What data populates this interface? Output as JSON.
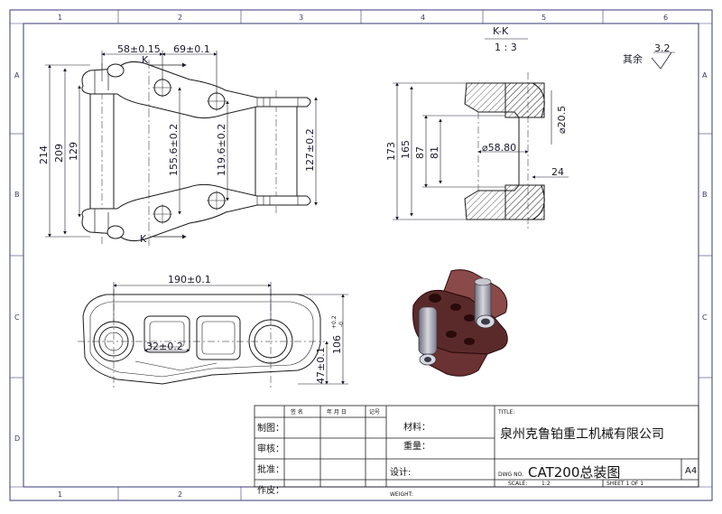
{
  "grid": {
    "columns": [
      "1",
      "2",
      "3",
      "4",
      "5",
      "6"
    ],
    "rows": [
      "A",
      "B",
      "C",
      "D"
    ]
  },
  "section": {
    "label": "K-K",
    "scale": "1 : 3"
  },
  "surface_finish": {
    "label": "其余",
    "value": "3.2"
  },
  "view_front": {
    "section_mark_top": "K",
    "section_mark_bottom": "K",
    "dims": {
      "d58": "58±0.15",
      "d69": "69±0.1",
      "d214": "214",
      "d209": "209",
      "d129": "129",
      "d155": "155.6±0.2",
      "d119": "119.6±0.2",
      "d127": "127±0.2"
    }
  },
  "view_section": {
    "dims": {
      "d173": "173",
      "d165": "165",
      "d87": "87",
      "d81": "81",
      "d58_80": "⌀58.80",
      "d20_5": "⌀20.5",
      "d24": "24"
    }
  },
  "view_side": {
    "dims": {
      "d190": "190±0.1",
      "d32": "32±0.2",
      "d47": "47±0.1",
      "d106": "106",
      "d106_tol_up": "+0.2",
      "d106_tol_low": "-0"
    }
  },
  "title_block": {
    "header": [
      "签 名",
      "年 月 日",
      "记号"
    ],
    "rows": [
      "制图：",
      "审核：",
      "批准：",
      "作皮："
    ],
    "material_label": "材料：",
    "weight_label": "重量：",
    "design_label": "设计:",
    "weight_small": "WEIGHT:",
    "title_label": "TITLE:",
    "company": "泉州克鲁铂重工机械有限公司",
    "dwg_label": "DWG NO.",
    "dwg_no": "CAT200总装图",
    "size": "A4",
    "scale_label": "SCALE:",
    "scale": "1:2",
    "sheet": "SHEET 1 OF 1"
  },
  "colors": {
    "border": "#3a3a7a",
    "line": "#1a1a1a",
    "link_body": "#5a2a2a",
    "link_highlight": "#8a4a4a",
    "pin": "#9a9aa8"
  }
}
